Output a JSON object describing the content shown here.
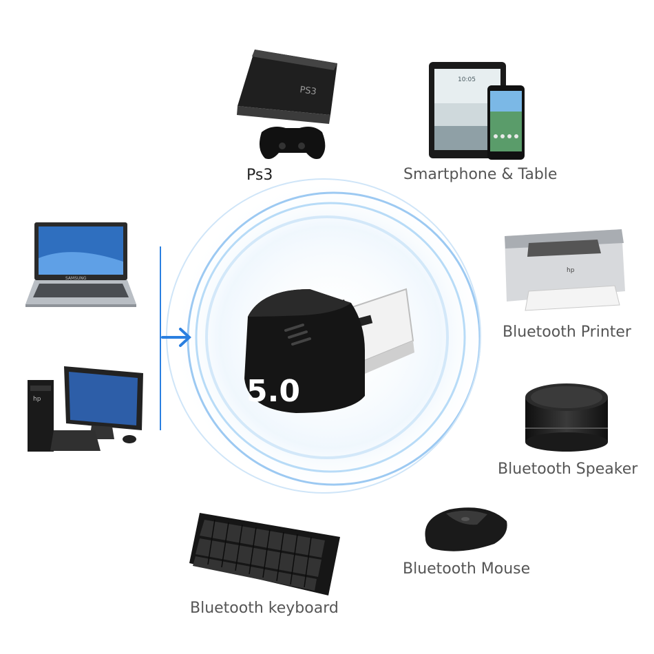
{
  "center": {
    "badge": "5.0"
  },
  "devices": [
    {
      "id": "ps3",
      "label": "Ps3",
      "console_logo": "PS3"
    },
    {
      "id": "smartphone",
      "label": "Smartphone & Table",
      "clock": "10:05"
    },
    {
      "id": "printer",
      "label": "Bluetooth Printer",
      "printer_brand": "hp"
    },
    {
      "id": "speaker",
      "label": "Bluetooth Speaker"
    },
    {
      "id": "mouse",
      "label": "Bluetooth Mouse"
    },
    {
      "id": "keyboard",
      "label": "Bluetooth keyboard"
    },
    {
      "id": "laptop",
      "brand": "SAMSUNG"
    },
    {
      "id": "desktop",
      "pc_brand": "hp"
    }
  ],
  "colors": {
    "accent_blue": "#2a7fe0",
    "ring_blue": "#9cc9f2",
    "label_gray": "#555555",
    "dongle_black": "#151515"
  },
  "icons": [
    "arrow-right-icon",
    "bluetooth-wave-rings"
  ]
}
